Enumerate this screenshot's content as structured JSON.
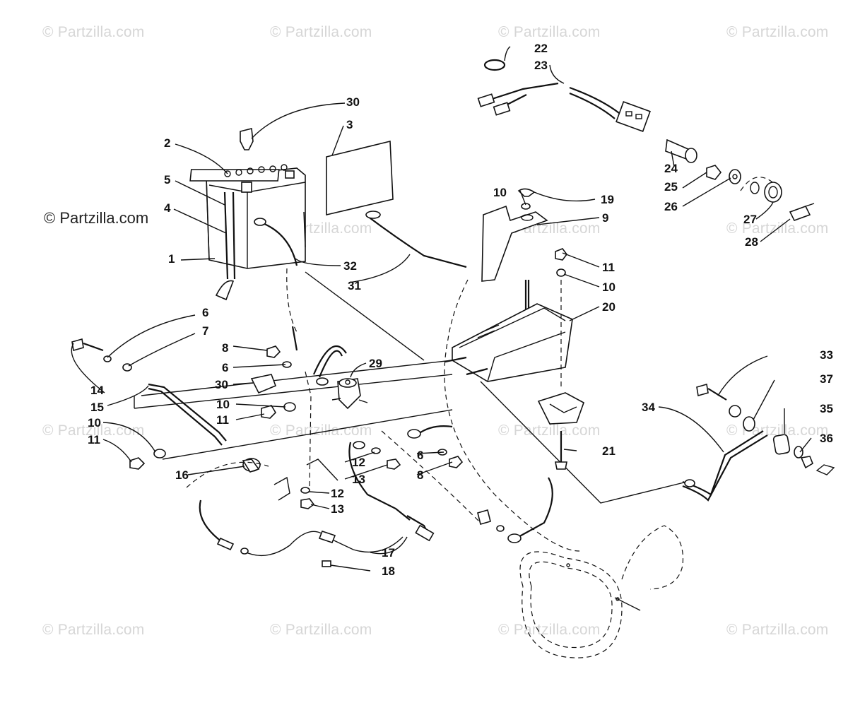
{
  "watermark": {
    "text": "© Partzilla.com",
    "main_text": "© Partzilla.com"
  },
  "callouts": {
    "c1": "1",
    "c2": "2",
    "c3": "3",
    "c4": "4",
    "c5": "5",
    "c6a": "6",
    "c6b": "6",
    "c6c": "6",
    "c7": "7",
    "c8a": "8",
    "c8b": "8",
    "c9": "9",
    "c10a": "10",
    "c10b": "10",
    "c10c": "10",
    "c10d": "10",
    "c11a": "11",
    "c11b": "11",
    "c11c": "11",
    "c12a": "12",
    "c12b": "12",
    "c13a": "13",
    "c13b": "13",
    "c14": "14",
    "c15": "15",
    "c16": "16",
    "c17": "17",
    "c18": "18",
    "c19": "19",
    "c20": "20",
    "c21": "21",
    "c22": "22",
    "c23": "23",
    "c24": "24",
    "c25": "25",
    "c26": "26",
    "c27": "27",
    "c28": "28",
    "c29": "29",
    "c30a": "30",
    "c30b": "30",
    "c31": "31",
    "c32": "32",
    "c33": "33",
    "c34": "34",
    "c35": "35",
    "c36": "36",
    "c37": "37"
  }
}
